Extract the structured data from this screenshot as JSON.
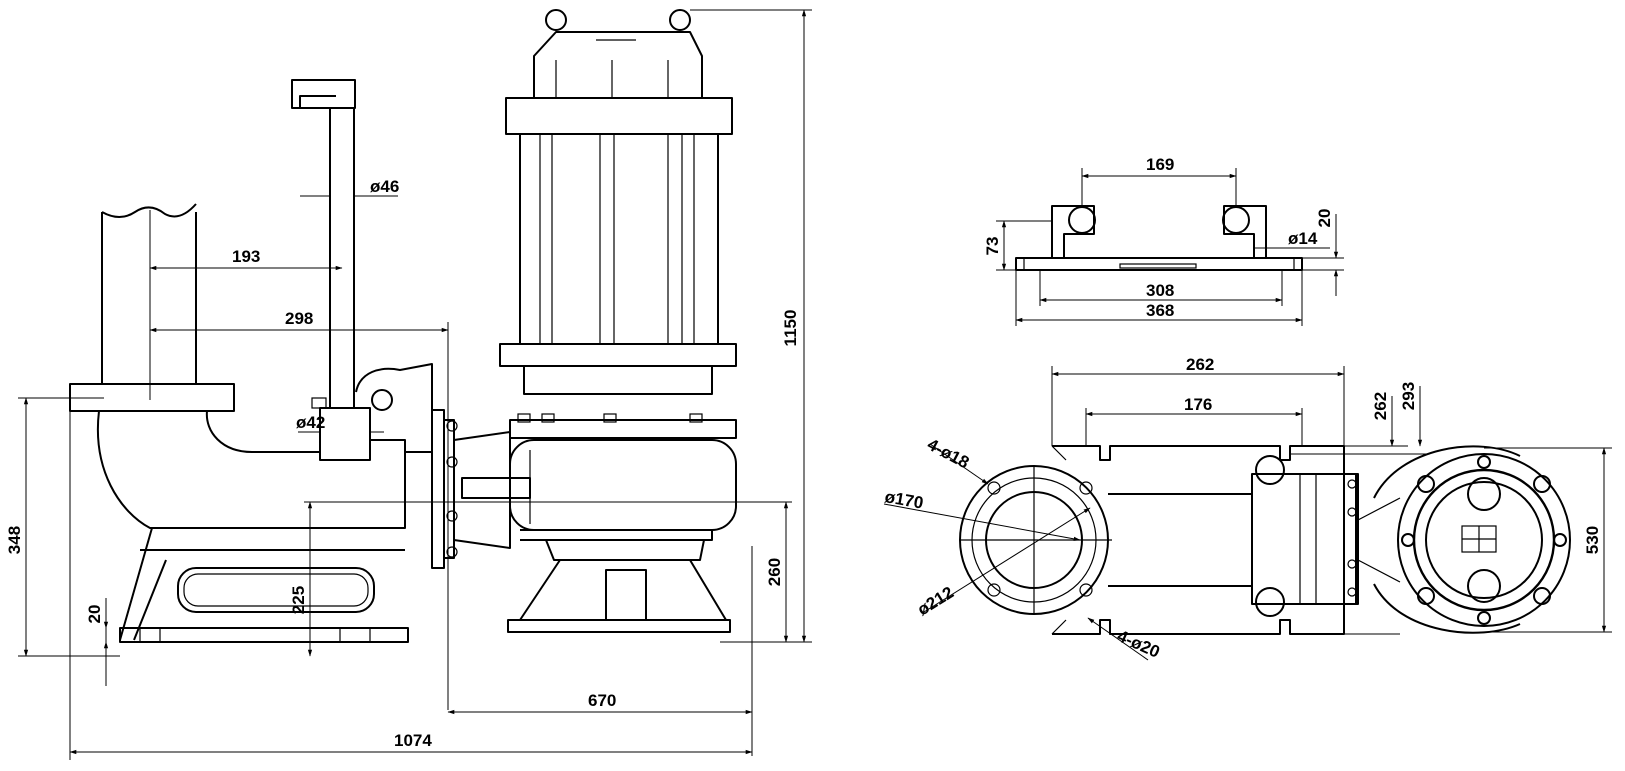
{
  "drawing": {
    "side_view": {
      "dims": {
        "d_193": "193",
        "d_298": "298",
        "d_phi46": "ø46",
        "d_phi42": "ø42",
        "d_1150": "1150",
        "d_348": "348",
        "d_20": "20",
        "d_225": "225",
        "d_260": "260",
        "d_670": "670",
        "d_1074": "1074"
      }
    },
    "bracket_view": {
      "dims": {
        "d_169": "169",
        "d_20": "20",
        "d_73": "73",
        "d_phi14": "ø14",
        "d_308": "308",
        "d_368": "368"
      }
    },
    "plan_view": {
      "dims": {
        "d_262_h": "262",
        "d_176": "176",
        "d_262_v": "262",
        "d_293": "293",
        "d_4phi18": "4-ø18",
        "d_phi170": "ø170",
        "d_phi212": "ø212",
        "d_4phi20": "4-ø20",
        "d_530": "530"
      }
    }
  }
}
